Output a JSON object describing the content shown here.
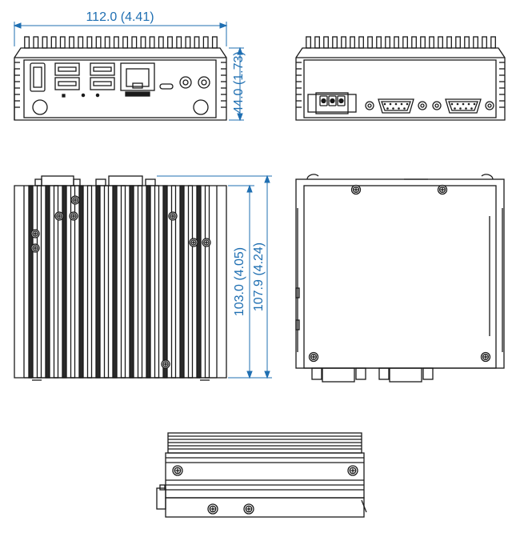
{
  "dimensions": {
    "width": "112.0 (4.41)",
    "height": "44.0 (1.73)",
    "depth_body": "103.0 (4.05)",
    "depth_total": "107.9 (4.24)"
  },
  "colors": {
    "line": "#1a1a1a",
    "dimension": "#1f6fb2",
    "background": "#ffffff"
  },
  "views": [
    "front-view",
    "rear-view",
    "top-view",
    "bottom-view",
    "side-view"
  ]
}
